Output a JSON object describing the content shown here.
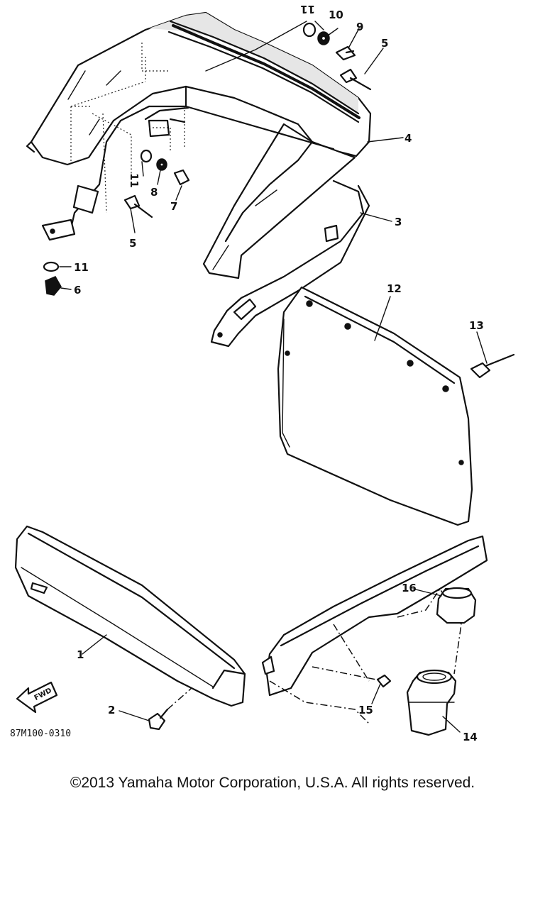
{
  "callouts": {
    "c1": "1",
    "c2": "2",
    "c3": "3",
    "c4": "4",
    "c5a": "5",
    "c5b": "5",
    "c6": "6",
    "c7": "7",
    "c8": "8",
    "c9": "9",
    "c10": "10",
    "c11a": "11",
    "c11b": "11",
    "c11c": "11",
    "c12": "12",
    "c13": "13",
    "c14": "14",
    "c15": "15",
    "c16": "16"
  },
  "fwd_label": "FWD",
  "diagram_code": "87M100-0310",
  "copyright": "©2013 Yamaha Motor Corporation, U.S.A. All rights reserved."
}
